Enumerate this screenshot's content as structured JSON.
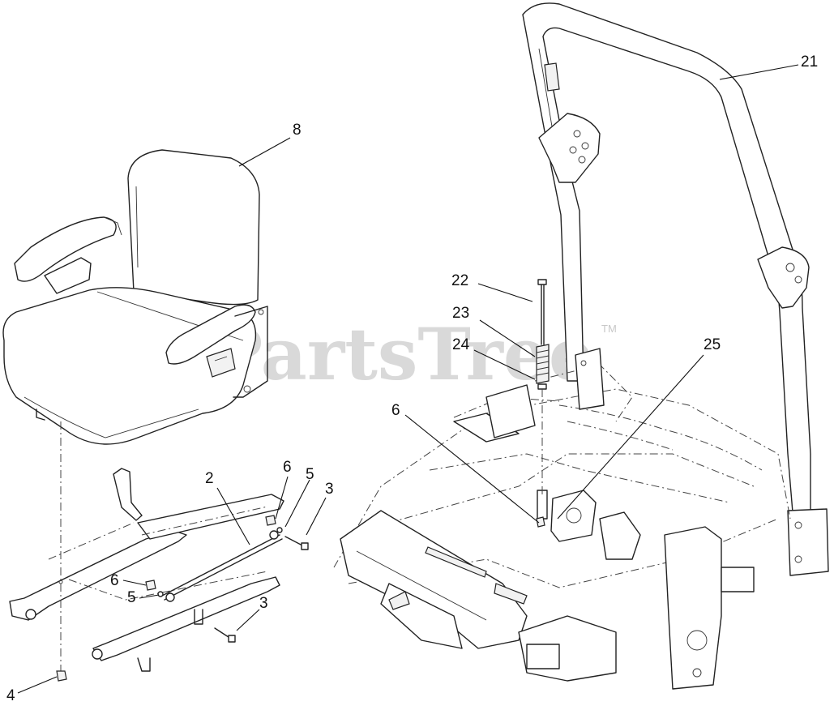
{
  "watermark": {
    "text": "PartsTree",
    "tm": "TM"
  },
  "callouts": {
    "c8": "8",
    "c21": "21",
    "c22": "22",
    "c23": "23",
    "c24": "24",
    "c25": "25",
    "c2": "2",
    "c6a": "6",
    "c5a": "5",
    "c3a": "3",
    "c6b": "6",
    "c6c": "6",
    "c5b": "5",
    "c3b": "3",
    "c4": "4"
  }
}
